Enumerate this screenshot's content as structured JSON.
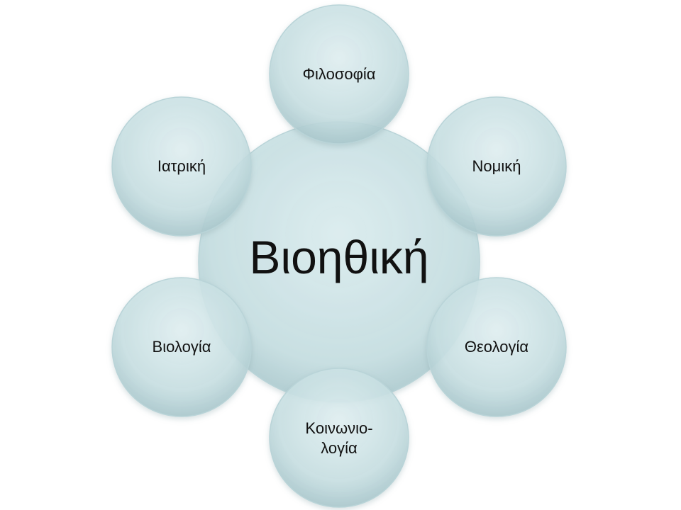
{
  "diagram": {
    "center": {
      "label": "Βιοηθική"
    },
    "nodes": [
      {
        "id": "filosofia",
        "lines": [
          "Φιλοσοφία"
        ]
      },
      {
        "id": "nomiki",
        "lines": [
          "Νομική"
        ]
      },
      {
        "id": "theologia",
        "lines": [
          "Θεολογία"
        ]
      },
      {
        "id": "koinoniologia",
        "lines": [
          "Κοινωνιο-",
          "λογία"
        ]
      },
      {
        "id": "viologia",
        "lines": [
          "Βιολογία"
        ]
      },
      {
        "id": "iatriki",
        "lines": [
          "Ιατρική"
        ]
      }
    ]
  },
  "colors": {
    "fill": "#c9e2e5",
    "fill_light": "#deeff1",
    "fill_dark": "#a9c9ce",
    "stroke": "#b7d3d7"
  }
}
